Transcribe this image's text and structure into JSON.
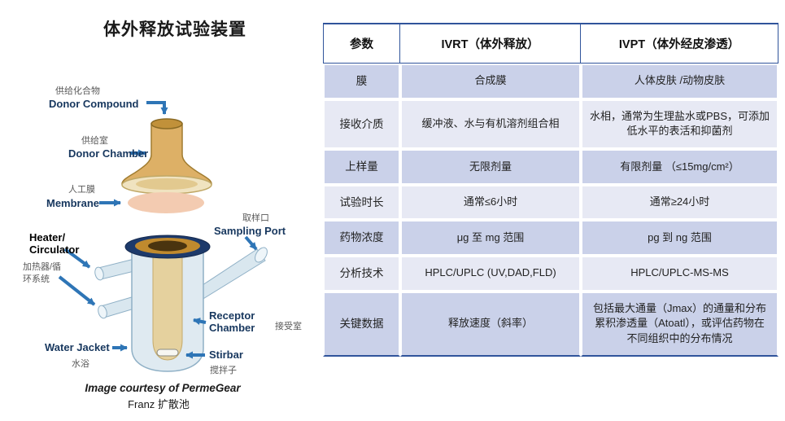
{
  "title": "体外释放试验装置",
  "diagram": {
    "labels": {
      "donor_compound": {
        "zh": "供给化合物",
        "en": "Donor Compound"
      },
      "donor_chamber": {
        "zh": "供给室",
        "en": "Donor Chamber"
      },
      "membrane": {
        "zh": "人工膜",
        "en": "Membrane"
      },
      "heater_circulator": {
        "en_line1": "Heater/",
        "en_line2": "Circulator",
        "zh_line1": "加热器/循",
        "zh_line2": "环系统"
      },
      "sampling_port": {
        "zh": "取样口",
        "en": "Sampling Port"
      },
      "receptor_chamber": {
        "en_line1": "Receptor",
        "en_line2": "Chamber",
        "zh": "接受室"
      },
      "water_jacket": {
        "en": "Water Jacket",
        "zh": "水浴"
      },
      "stirbar": {
        "en": "Stirbar",
        "zh": "搅拌子"
      }
    },
    "caption": {
      "line1": "Image courtesy of PermeGear",
      "line2": "Franz 扩散池"
    }
  },
  "table": {
    "headers": [
      "参数",
      "IVRT（体外释放）",
      "IVPT（体外经皮渗透）"
    ],
    "rows": [
      {
        "param": "膜",
        "ivrt": "合成膜",
        "ivpt": "人体皮肤 /动物皮肤"
      },
      {
        "param": "接收介质",
        "ivrt": "缓冲液、水与有机溶剂组合相",
        "ivpt": "水相，通常为生理盐水或PBS，可添加低水平的表活和抑菌剂"
      },
      {
        "param": "上样量",
        "ivrt": "无限剂量",
        "ivpt": "有限剂量 （≤15mg/cm²）"
      },
      {
        "param": "试验时长",
        "ivrt": "通常≤6小时",
        "ivpt": "通常≥24小时"
      },
      {
        "param": "药物浓度",
        "ivrt": "μg 至 mg 范围",
        "ivpt": "pg 到 ng 范围"
      },
      {
        "param": "分析技术",
        "ivrt": "HPLC/UPLC (UV,DAD,FLD)",
        "ivpt": "HPLC/UPLC-MS-MS"
      },
      {
        "param": "关键数据",
        "ivrt": "释放速度（斜率）",
        "ivpt": "包括最大通量（Jmax）的通量和分布累积渗透量（Atoatl），或评估药物在不同组织中的分布情况"
      }
    ]
  },
  "colors": {
    "row_band_dark": "#cad1e9",
    "row_band_light": "#e7e9f4",
    "table_border": "#30549b",
    "label_navy": "#17375e",
    "label_gray": "#595959",
    "arrow_blue": "#2e75b6"
  }
}
